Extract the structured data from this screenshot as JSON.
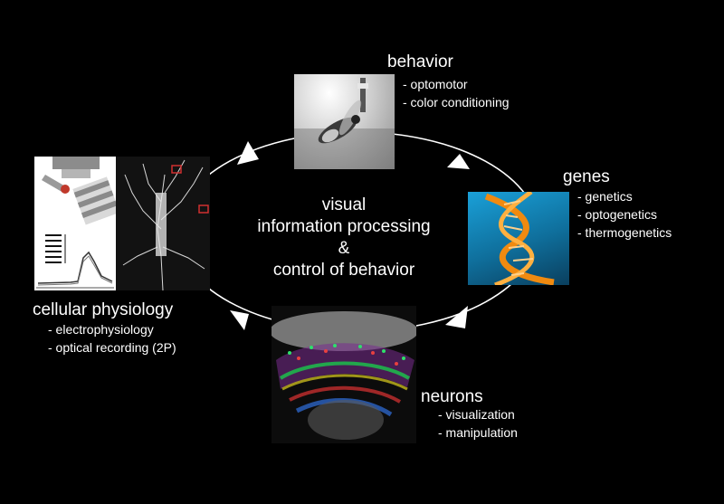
{
  "center_text": [
    "visual",
    "information processing",
    "&",
    "control of behavior"
  ],
  "nodes": {
    "behavior": {
      "title": "behavior",
      "items": [
        "- optomotor",
        "- color conditioning"
      ]
    },
    "genes": {
      "title": "genes",
      "items": [
        "-  genetics",
        "- optogenetics",
        "- thermogenetics"
      ]
    },
    "neurons": {
      "title": "neurons",
      "items": [
        "- visualization",
        "- manipulation"
      ]
    },
    "cellular_physiology": {
      "title": "cellular physiology",
      "items": [
        "- electrophysiology",
        "- optical recording (2P)"
      ]
    }
  },
  "colors": {
    "background": "#000000",
    "cycle": "#ffffff",
    "dna_orange": "#f08a10",
    "dna_blue": "#1e9fd0"
  }
}
